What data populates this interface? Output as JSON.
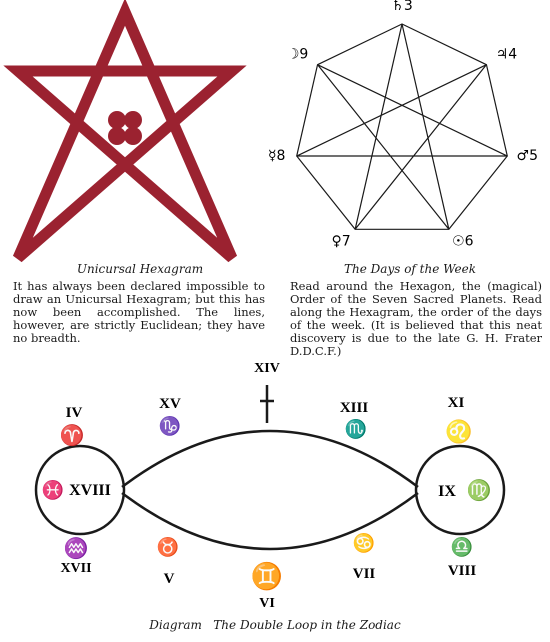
{
  "hexagram": {
    "title": "Unicursal Hexagram",
    "text": "It has always been declared impossible to draw an Unicursal Hexagram; but this has now been accomplished. The lines, however, are strictly Euclidean; they have no breadth.",
    "color": "#9b2230"
  },
  "heptagram": {
    "title": "The Days of the Week",
    "text": "Read around the Hexagon, the (magical) Order of the Seven Sacred Planets. Read along the Hexagram, the order of the days of the week. (It is believed that this neat discovery is due to the late G. H. Frater D.D.C.F.)",
    "vertices": [
      {
        "symbol": "♄",
        "number": "3"
      },
      {
        "symbol": "♃",
        "number": "4"
      },
      {
        "symbol": "♂",
        "number": "5"
      },
      {
        "symbol": "☉",
        "number": "6"
      },
      {
        "symbol": "♀",
        "number": "7"
      },
      {
        "symbol": "☿",
        "number": "8"
      },
      {
        "symbol": "☽",
        "number": "9"
      }
    ]
  },
  "zodiac": {
    "caption": "Diagram   The Double Loop in the Zodiac",
    "top_label": "XIV",
    "top_symbol": "♐",
    "left_circle": {
      "numeral": "XVIII",
      "symbol": "♓"
    },
    "right_circle": {
      "numeral": "IX",
      "symbol": "♍"
    },
    "upper": [
      {
        "numeral": "IV",
        "symbol": "♈"
      },
      {
        "numeral": "XV",
        "symbol": "♑"
      },
      {
        "numeral": "XIII",
        "symbol": "♏"
      },
      {
        "numeral": "XI",
        "symbol": "♌"
      }
    ],
    "lower": [
      {
        "numeral": "XVII",
        "symbol": "♒"
      },
      {
        "numeral": "V",
        "symbol": "♉"
      },
      {
        "numeral": "VI",
        "symbol": "♊"
      },
      {
        "numeral": "VII",
        "symbol": "♋"
      },
      {
        "numeral": "VIII",
        "symbol": "♎"
      }
    ]
  }
}
